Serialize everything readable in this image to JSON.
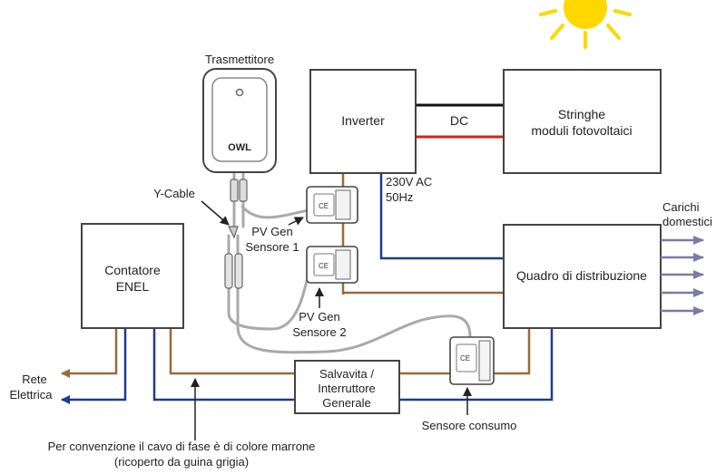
{
  "boxes": {
    "transmitter": {
      "title": "Trasmettitore",
      "logo": "OWL"
    },
    "inverter": "Inverter",
    "strings": [
      "Stringhe",
      "moduli fotovoltaici"
    ],
    "meter": [
      "Contatore",
      "ENEL"
    ],
    "distribution": "Quadro di distribuzione",
    "breaker": [
      "Salvavita /",
      "Interruttore",
      "Generale"
    ]
  },
  "labels": {
    "dc": "DC",
    "ac": [
      "230V AC",
      "50Hz"
    ],
    "y_cable": "Y-Cable",
    "sensor1": [
      "PV Gen",
      "Sensore 1"
    ],
    "sensor2": [
      "PV Gen",
      "Sensore 2"
    ],
    "sensor_consumption": "Sensore consumo",
    "loads": [
      "Carichi",
      "domestici"
    ],
    "grid": [
      "Rete",
      "Elettrica"
    ],
    "note": [
      "Per convenzione il cavo di fase è di colore marrone",
      "(ricoperto da guina grigia)"
    ]
  },
  "colors": {
    "phase_brown": "#9b6a3a",
    "neutral_blue": "#1f3a93",
    "dc_positive": "#d91e18",
    "dc_negative": "#111111",
    "sensor_cable": "#aaaaaa",
    "load_arrow": "#7b7aa8",
    "sun": "#ffd700"
  }
}
